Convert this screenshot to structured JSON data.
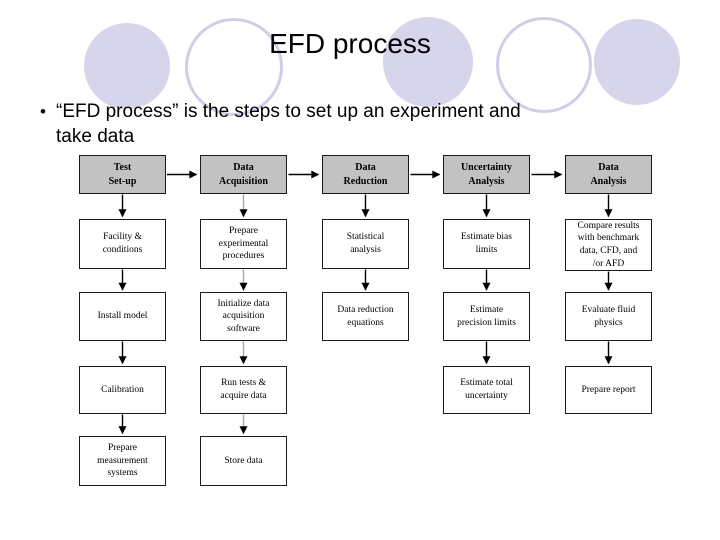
{
  "slide": {
    "title": "EFD process",
    "bullet_marker": "•",
    "bullet_text": "“EFD process” is the steps to set up an experiment and\ntake data"
  },
  "colors": {
    "circle_fill": "#d6d5ec",
    "circle_outline": "#cfcee8",
    "header_fill": "#c2c2c2",
    "connector_black": "#000000",
    "connector_gray": "#a6a6a6"
  },
  "flowchart": {
    "columns": [
      {
        "header": "Test\nSet-up",
        "boxes": [
          "Facility &\nconditions",
          "Install model",
          "Calibration",
          "Prepare\nmeasurement\nsystems"
        ]
      },
      {
        "header": "Data\nAcquisition",
        "boxes": [
          "Prepare\nexperimental\nprocedures",
          "Initialize data\nacquisition\nsoftware",
          "Run tests &\nacquire data",
          "Store data"
        ]
      },
      {
        "header": "Data\nReduction",
        "boxes": [
          "Statistical\nanalysis",
          "Data reduction\nequations"
        ]
      },
      {
        "header": "Uncertainty\nAnalysis",
        "boxes": [
          "Estimate bias\nlimits",
          "Estimate\nprecision limits",
          "Estimate total\nuncertainty"
        ]
      },
      {
        "header": "Data\nAnalysis",
        "boxes": [
          "Compare results\nwith benchmark\ndata, CFD, and\n/or AFD",
          "Evaluate fluid\nphysics",
          "Prepare report"
        ]
      }
    ]
  }
}
